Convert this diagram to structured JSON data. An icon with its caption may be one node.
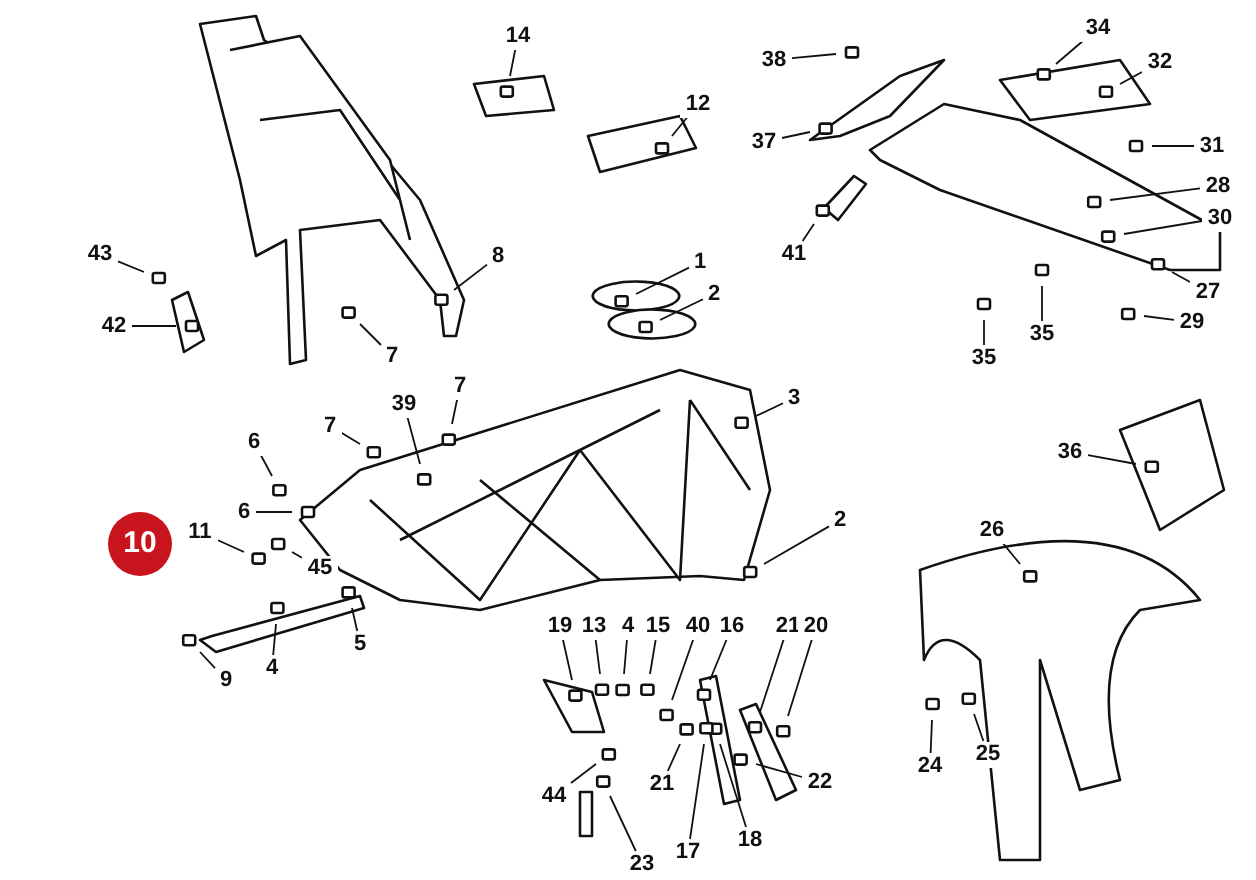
{
  "diagram": {
    "nodes": [
      {
        "text": [
          "34"
        ]
      },
      {
        "text": [
          "14"
        ]
      },
      {
        "text": [
          "38"
        ]
      },
      {
        "text": [
          "32"
        ]
      },
      {
        "text": [
          "12"
        ]
      },
      {
        "text": [
          "37"
        ]
      },
      {
        "text": [
          "31"
        ]
      },
      {
        "text": [
          "28"
        ]
      },
      {
        "text": [
          "30"
        ]
      },
      {
        "text": [
          "43"
        ]
      },
      {
        "text": [
          "41"
        ]
      },
      {
        "text": [
          "8"
        ]
      },
      {
        "text": [
          "1"
        ]
      },
      {
        "text": [
          "27"
        ]
      },
      {
        "text": [
          "2"
        ]
      },
      {
        "text": [
          "29"
        ]
      },
      {
        "text": [
          "42"
        ]
      },
      {
        "text": [
          "35"
        ]
      },
      {
        "text": [
          "7"
        ]
      },
      {
        "text": [
          "35"
        ]
      },
      {
        "text": [
          "7"
        ]
      },
      {
        "text": [
          "3"
        ]
      },
      {
        "text": [
          "39"
        ]
      },
      {
        "text": [
          "7"
        ]
      },
      {
        "text": [
          "6"
        ]
      },
      {
        "text": [
          "36"
        ]
      },
      {
        "text": [
          "6"
        ]
      },
      {
        "text": [
          "2"
        ]
      },
      {
        "text": [
          "26"
        ]
      },
      {
        "text": [
          "11"
        ]
      },
      {
        "text": [
          "45"
        ]
      },
      {
        "text": [
          "19"
        ]
      },
      {
        "text": [
          "13"
        ]
      },
      {
        "text": [
          "4"
        ]
      },
      {
        "text": [
          "15"
        ]
      },
      {
        "text": [
          "40"
        ]
      },
      {
        "text": [
          "16"
        ]
      },
      {
        "text": [
          "21"
        ]
      },
      {
        "text": [
          "20"
        ]
      },
      {
        "text": [
          "5"
        ]
      },
      {
        "text": [
          "4"
        ]
      },
      {
        "text": [
          "9"
        ]
      },
      {
        "text": [
          "24"
        ]
      },
      {
        "text": [
          "25"
        ]
      },
      {
        "text": [
          "21"
        ]
      },
      {
        "text": [
          "22"
        ]
      },
      {
        "text": [
          "44"
        ]
      },
      {
        "text": [
          "18"
        ]
      },
      {
        "text": [
          "17"
        ]
      },
      {
        "text": [
          "23"
        ]
      }
    ],
    "edges": [
      {
        "from": 0,
        "to": null,
        "arrow": "none"
      },
      {
        "from": 1,
        "to": null,
        "arrow": "none"
      },
      {
        "from": 2,
        "to": null,
        "arrow": "none"
      },
      {
        "from": 3,
        "to": null,
        "arrow": "none"
      },
      {
        "from": 4,
        "to": null,
        "arrow": "none"
      },
      {
        "from": 5,
        "to": null,
        "arrow": "none"
      },
      {
        "from": 6,
        "to": null,
        "arrow": "none"
      },
      {
        "from": 7,
        "to": null,
        "arrow": "none"
      },
      {
        "from": 8,
        "to": null,
        "arrow": "none"
      },
      {
        "from": 9,
        "to": null,
        "arrow": "none"
      },
      {
        "from": 10,
        "to": null,
        "arrow": "none"
      },
      {
        "from": 11,
        "to": null,
        "arrow": "none"
      },
      {
        "from": 12,
        "to": null,
        "arrow": "none"
      },
      {
        "from": 13,
        "to": null,
        "arrow": "none"
      },
      {
        "from": 14,
        "to": null,
        "arrow": "none"
      },
      {
        "from": 15,
        "to": null,
        "arrow": "none"
      },
      {
        "from": 16,
        "to": null,
        "arrow": "none"
      },
      {
        "from": 17,
        "to": null,
        "arrow": "none"
      },
      {
        "from": 18,
        "to": null,
        "arrow": "none"
      },
      {
        "from": 19,
        "to": null,
        "arrow": "none"
      },
      {
        "from": 20,
        "to": null,
        "arrow": "none"
      },
      {
        "from": 21,
        "to": null,
        "arrow": "none"
      },
      {
        "from": 22,
        "to": null,
        "arrow": "none"
      },
      {
        "from": 23,
        "to": null,
        "arrow": "none"
      },
      {
        "from": 24,
        "to": null,
        "arrow": "none"
      },
      {
        "from": 25,
        "to": null,
        "arrow": "none"
      },
      {
        "from": 26,
        "to": null,
        "arrow": "none"
      },
      {
        "from": 27,
        "to": null,
        "arrow": "none"
      },
      {
        "from": 28,
        "to": null,
        "arrow": "none"
      },
      {
        "from": 29,
        "to": null,
        "arrow": "none"
      },
      {
        "from": 30,
        "to": null,
        "arrow": "none"
      },
      {
        "from": 31,
        "to": null,
        "arrow": "none"
      },
      {
        "from": 32,
        "to": null,
        "arrow": "none"
      },
      {
        "from": 33,
        "to": null,
        "arrow": "none"
      },
      {
        "from": 34,
        "to": null,
        "arrow": "none"
      },
      {
        "from": 35,
        "to": null,
        "arrow": "none"
      },
      {
        "from": 36,
        "to": null,
        "arrow": "none"
      },
      {
        "from": 37,
        "to": null,
        "arrow": "none"
      },
      {
        "from": 38,
        "to": null,
        "arrow": "none"
      },
      {
        "from": 39,
        "to": null,
        "arrow": "none"
      },
      {
        "from": 40,
        "to": null,
        "arrow": "none"
      },
      {
        "from": 41,
        "to": null,
        "arrow": "none"
      },
      {
        "from": 42,
        "to": null,
        "arrow": "none"
      },
      {
        "from": 43,
        "to": null,
        "arrow": "none"
      },
      {
        "from": 44,
        "to": null,
        "arrow": "none"
      },
      {
        "from": 45,
        "to": null,
        "arrow": "none"
      },
      {
        "from": 46,
        "to": null,
        "arrow": "none"
      },
      {
        "from": 47,
        "to": null,
        "arrow": "none"
      },
      {
        "from": 48,
        "to": null,
        "arrow": "none"
      },
      {
        "from": 49,
        "to": null,
        "arrow": "none"
      }
    ],
    "labels": [
      "10"
    ]
  }
}
